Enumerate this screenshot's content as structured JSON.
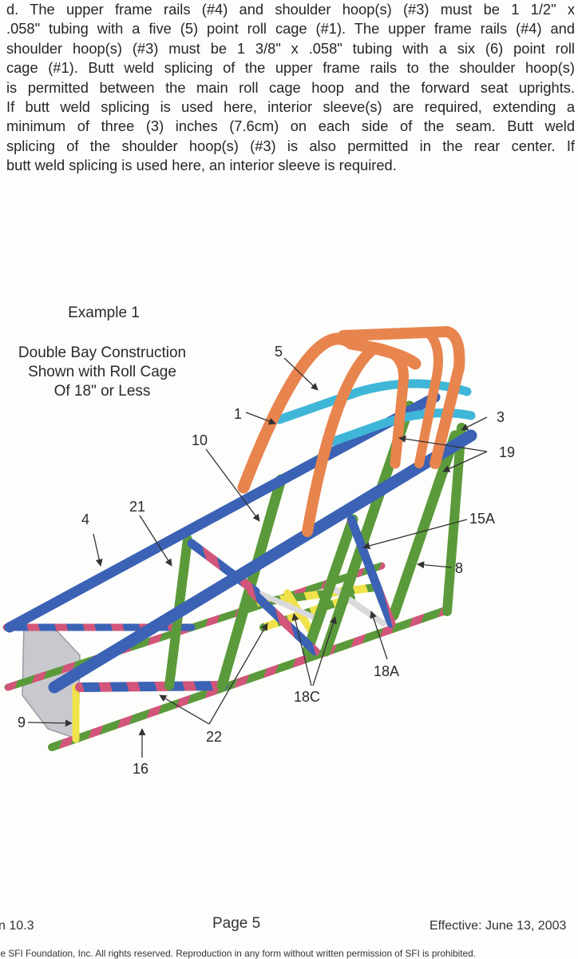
{
  "paragraph": {
    "lines": [
      "d. The upper frame rails (#4) and shoulder hoop(s) (#3) must be 1 1/2\" x",
      ".058\" tubing with a five (5) point roll cage (#1). The upper frame rails (#4) and",
      "shoulder hoop(s) (#3) must be 1 3/8\" x .058\" tubing with a six (6) point roll",
      "cage (#1). Butt weld splicing of the upper frame rails to the shoulder hoop(s)",
      "is permitted between the main roll cage hoop and the forward seat uprights.",
      "If butt weld splicing is used here, interior sleeve(s) are required, extending a",
      "minimum of three (3) inches (7.6cm) on each side of the seam. Butt weld",
      "splicing of the shoulder hoop(s) (#3) is also permitted in the rear center. If",
      "butt weld splicing is used here, an interior sleeve is required."
    ]
  },
  "figure": {
    "example_title": "Example 1",
    "caption_lines": [
      "Double Bay Construction",
      "Shown with Roll Cage",
      "Of 18\" or Less"
    ],
    "callouts": {
      "c1": "1",
      "c3": "3",
      "c4": "4",
      "c5": "5",
      "c8": "8",
      "c9": "9",
      "c10": "10",
      "c15a": "15A",
      "c16": "16",
      "c18a": "18A",
      "c18c": "18C",
      "c19": "19",
      "c21": "21",
      "c22": "22"
    },
    "colors": {
      "roll_cage": "#e8844e",
      "shoulder_hoop": "#3fb6d8",
      "upper_rail": "#3b62b5",
      "upright": "#5b9a3a",
      "diagonal": "#d2557a",
      "crossmember": "#f0e24a",
      "plate": "#c8c9cf"
    }
  },
  "footer": {
    "left": "n 10.3",
    "center": "Page 5",
    "right": "Effective: June 13, 2003",
    "copyright": "he SFI Foundation, Inc.  All rights reserved.  Reproduction in any form without written permission of SFI is prohibited."
  }
}
